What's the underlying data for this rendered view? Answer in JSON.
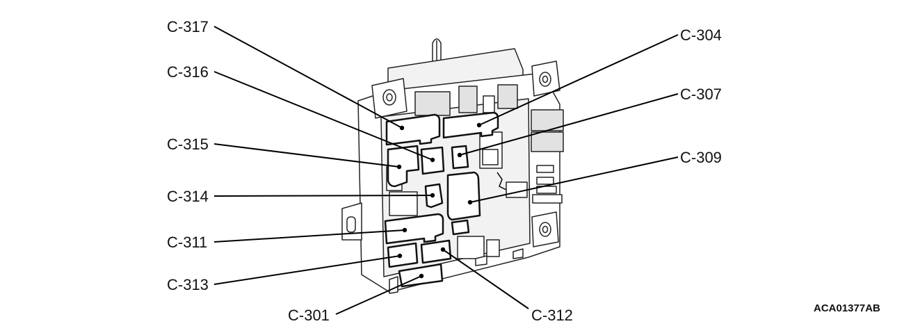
{
  "figure_code": "ACA01377AB",
  "callouts": {
    "c317": "C-317",
    "c316": "C-316",
    "c315": "C-315",
    "c314": "C-314",
    "c311": "C-311",
    "c313": "C-313",
    "c301": "C-301",
    "c312": "C-312",
    "c309": "C-309",
    "c307": "C-307",
    "c304": "C-304"
  }
}
